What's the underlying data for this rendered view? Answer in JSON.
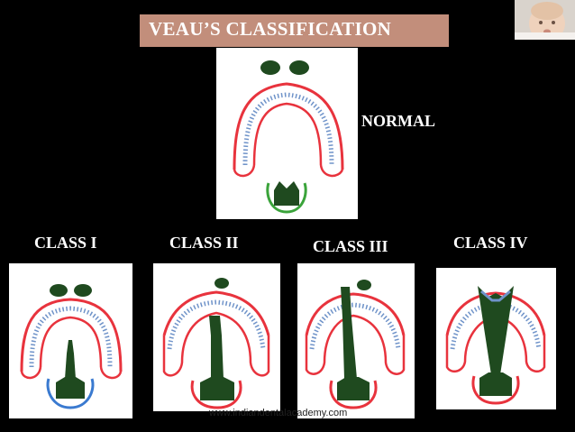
{
  "slide": {
    "title": "VEAU’S CLASSIFICATION",
    "footer": "www.indiandentalacademy.com"
  },
  "diagrams": {
    "normal": {
      "label": "NORMAL"
    },
    "class1": {
      "label": "CLASS I"
    },
    "class2": {
      "label": "CLASS II"
    },
    "class3": {
      "label": "CLASS III"
    },
    "class4": {
      "label": "CLASS IV"
    }
  },
  "colors": {
    "background": "#000000",
    "title_box": "#c28e7b",
    "gum_line": "#e8333d",
    "teeth_hatch": "#6f93c9",
    "cleft": "#1f4a1f",
    "panel": "#ffffff"
  }
}
